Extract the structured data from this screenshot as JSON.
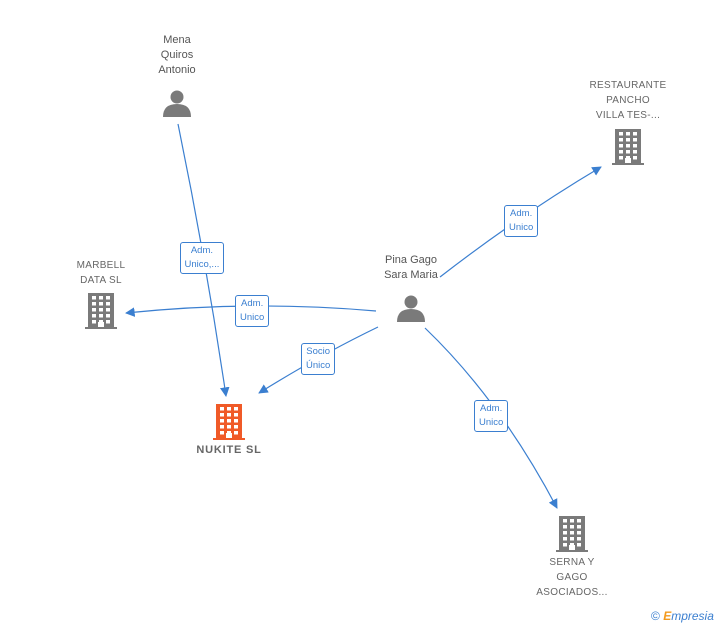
{
  "nodes": [
    {
      "id": "mena",
      "label": "Mena\nQuiros\nAntonio",
      "kind": "person"
    },
    {
      "id": "restaurante",
      "label": "RESTAURANTE\nPANCHO\nVILLA TES-...",
      "kind": "company"
    },
    {
      "id": "marbell",
      "label": "MARBELL\nDATA  SL",
      "kind": "company"
    },
    {
      "id": "pina",
      "label": "Pina Gago\nSara Maria",
      "kind": "person"
    },
    {
      "id": "nukite",
      "label": "NUKITE  SL",
      "kind": "company-highlight"
    },
    {
      "id": "serna",
      "label": "SERNA Y\nGAGO\nASOCIADOS...",
      "kind": "company"
    }
  ],
  "edges": [
    {
      "from": "mena",
      "to": "nukite",
      "label": "Adm.\nUnico,..."
    },
    {
      "from": "pina",
      "to": "restaurante",
      "label": "Adm.\nUnico"
    },
    {
      "from": "pina",
      "to": "marbell",
      "label": "Adm.\nUnico"
    },
    {
      "from": "pina",
      "to": "nukite",
      "label": "Socio\nÚnico"
    },
    {
      "from": "pina",
      "to": "serna",
      "label": "Adm.\nUnico"
    }
  ],
  "colors": {
    "edge": "#3b7fd0",
    "icon": "#7a7a7a",
    "highlight": "#f05a28"
  },
  "footer": {
    "copyright": "©",
    "brand_e": "E",
    "brand_rest": "mpresia"
  }
}
